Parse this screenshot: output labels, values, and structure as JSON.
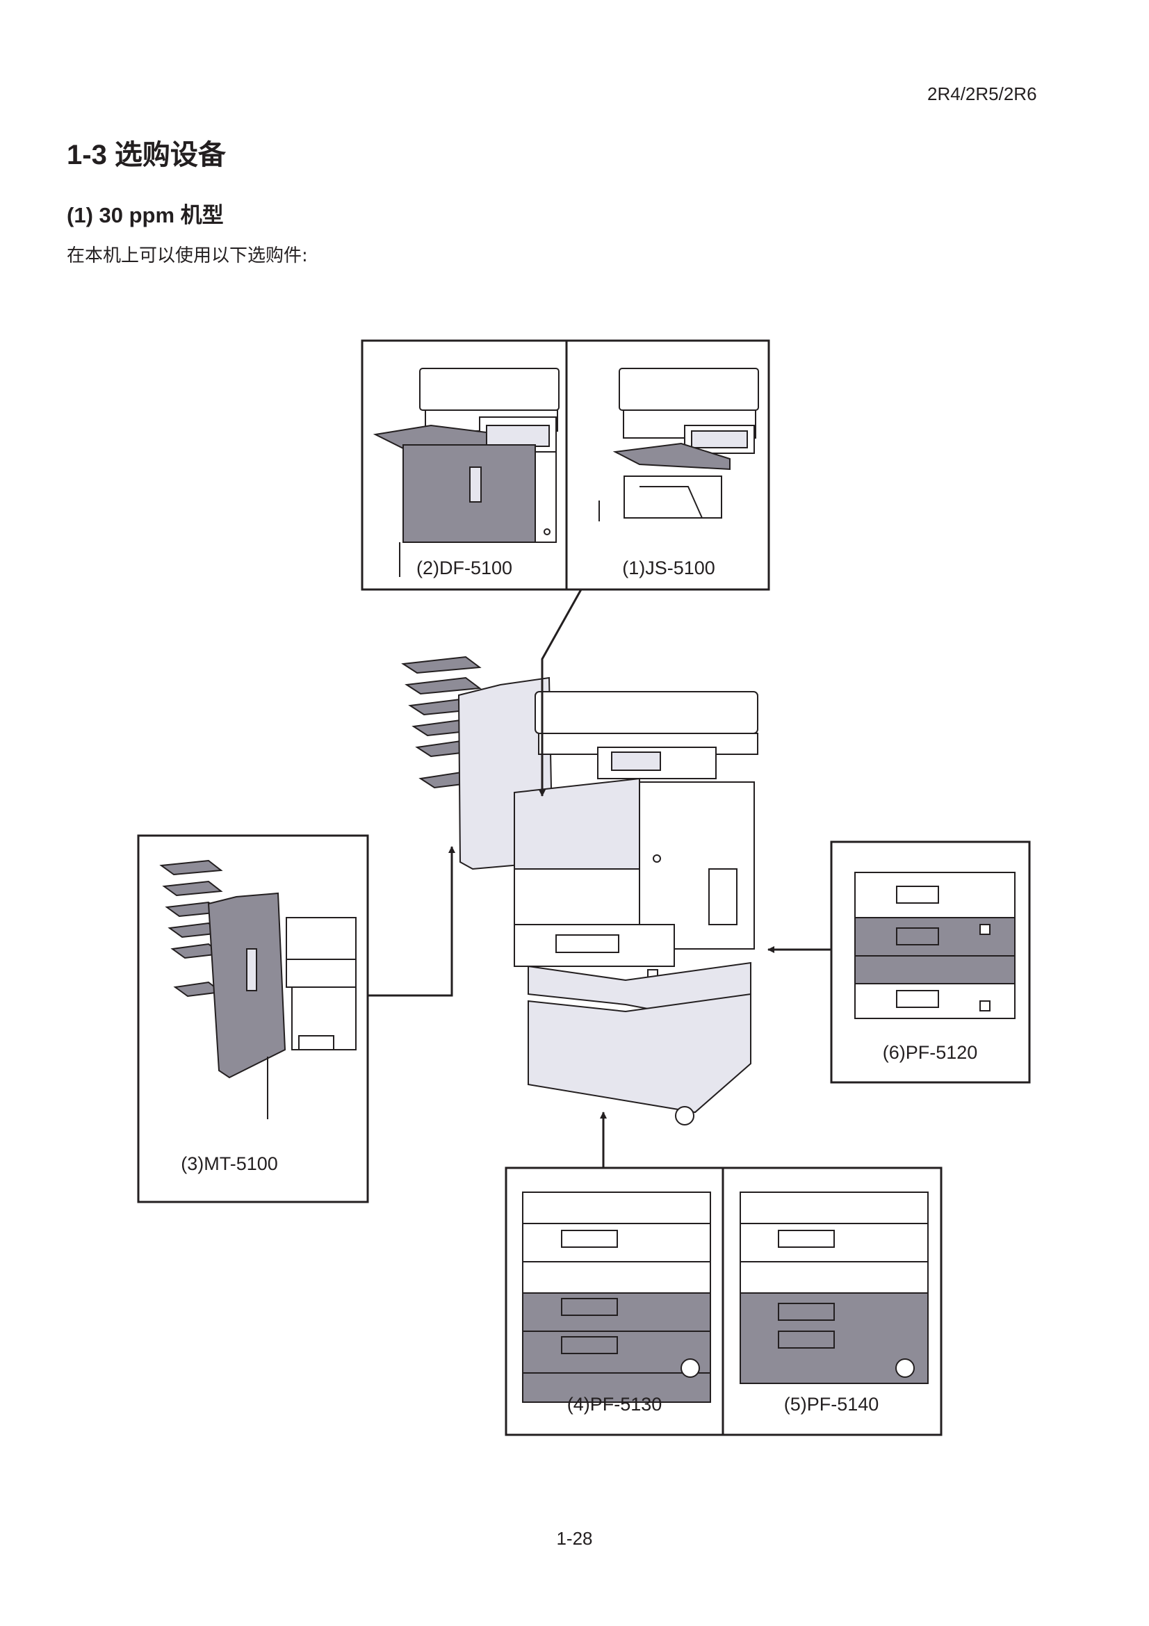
{
  "header": {
    "model_code": "2R4/2R5/2R6"
  },
  "section": {
    "title": "1-3 选购设备",
    "subsection_title": "(1)  30 ppm 机型",
    "intro": "在本机上可以使用以下选购件:"
  },
  "figure": {
    "options": {
      "df": "(2)DF-5100",
      "js": "(1)JS-5100",
      "mt": "(3)MT-5100",
      "pf5120": "(6)PF-5120",
      "pf5130": "(4)PF-5130",
      "pf5140": "(5)PF-5140"
    }
  },
  "footer": {
    "page_number": "1-28"
  },
  "colors": {
    "line": "#231f20",
    "option_fill": "#8e8c97",
    "machine_fill": "#e6e6ee"
  }
}
